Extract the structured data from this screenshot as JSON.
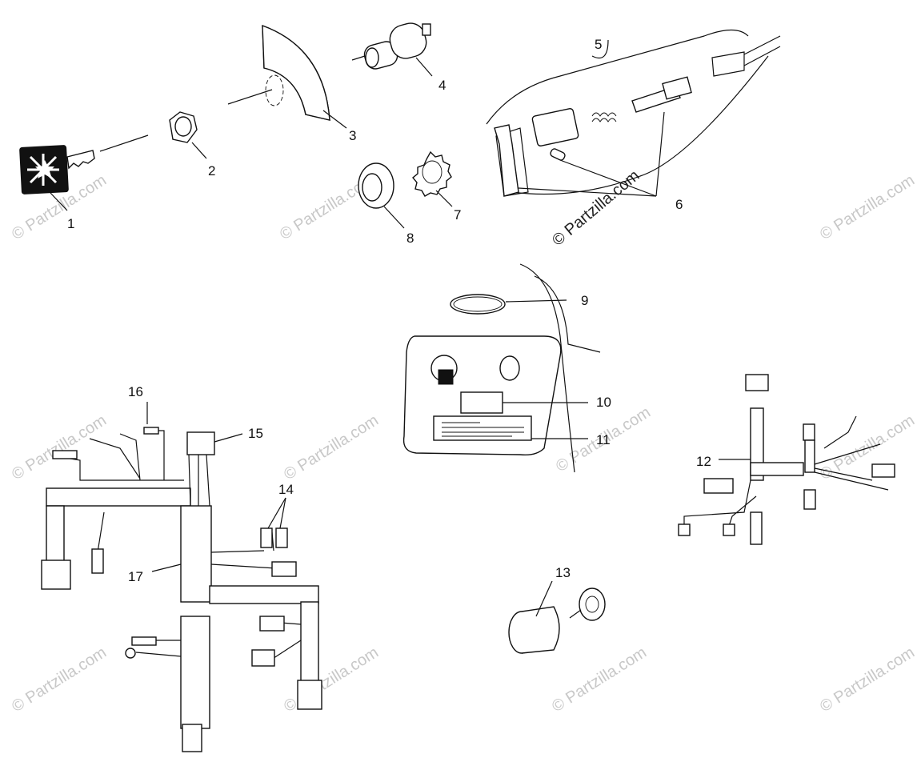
{
  "watermarks": {
    "main": "© Partzilla.com",
    "faint": "© Partzilla.com"
  },
  "callouts": [
    "1",
    "2",
    "3",
    "4",
    "5",
    "6",
    "7",
    "8",
    "9",
    "10",
    "11",
    "12",
    "13",
    "14",
    "15",
    "16",
    "17"
  ],
  "colors": {
    "ink": "#111111",
    "watermark": "#c8c8c8",
    "background": "#ffffff"
  }
}
